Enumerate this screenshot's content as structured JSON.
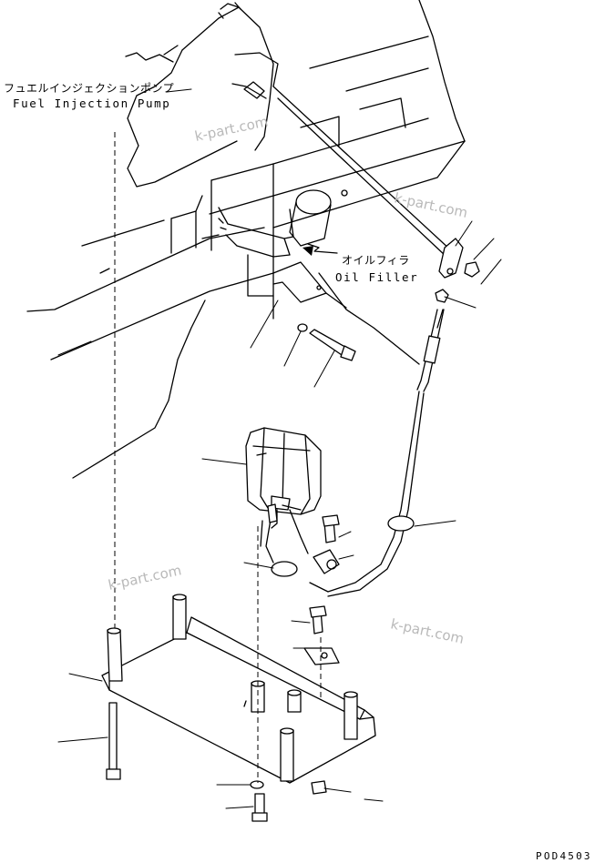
{
  "labels": {
    "fuel_injection_pump_jp": "フュエルインジェクションポンプ",
    "fuel_injection_pump_en": "Fuel Injection Pump",
    "oil_filler_jp": "オイルフィラ",
    "oil_filler_en": "Oil Filler"
  },
  "watermark": "k-part.com",
  "drawing_code": "POD4503",
  "colors": {
    "line": "#000000",
    "watermark": "#b9b9b9",
    "background": "#ffffff"
  }
}
